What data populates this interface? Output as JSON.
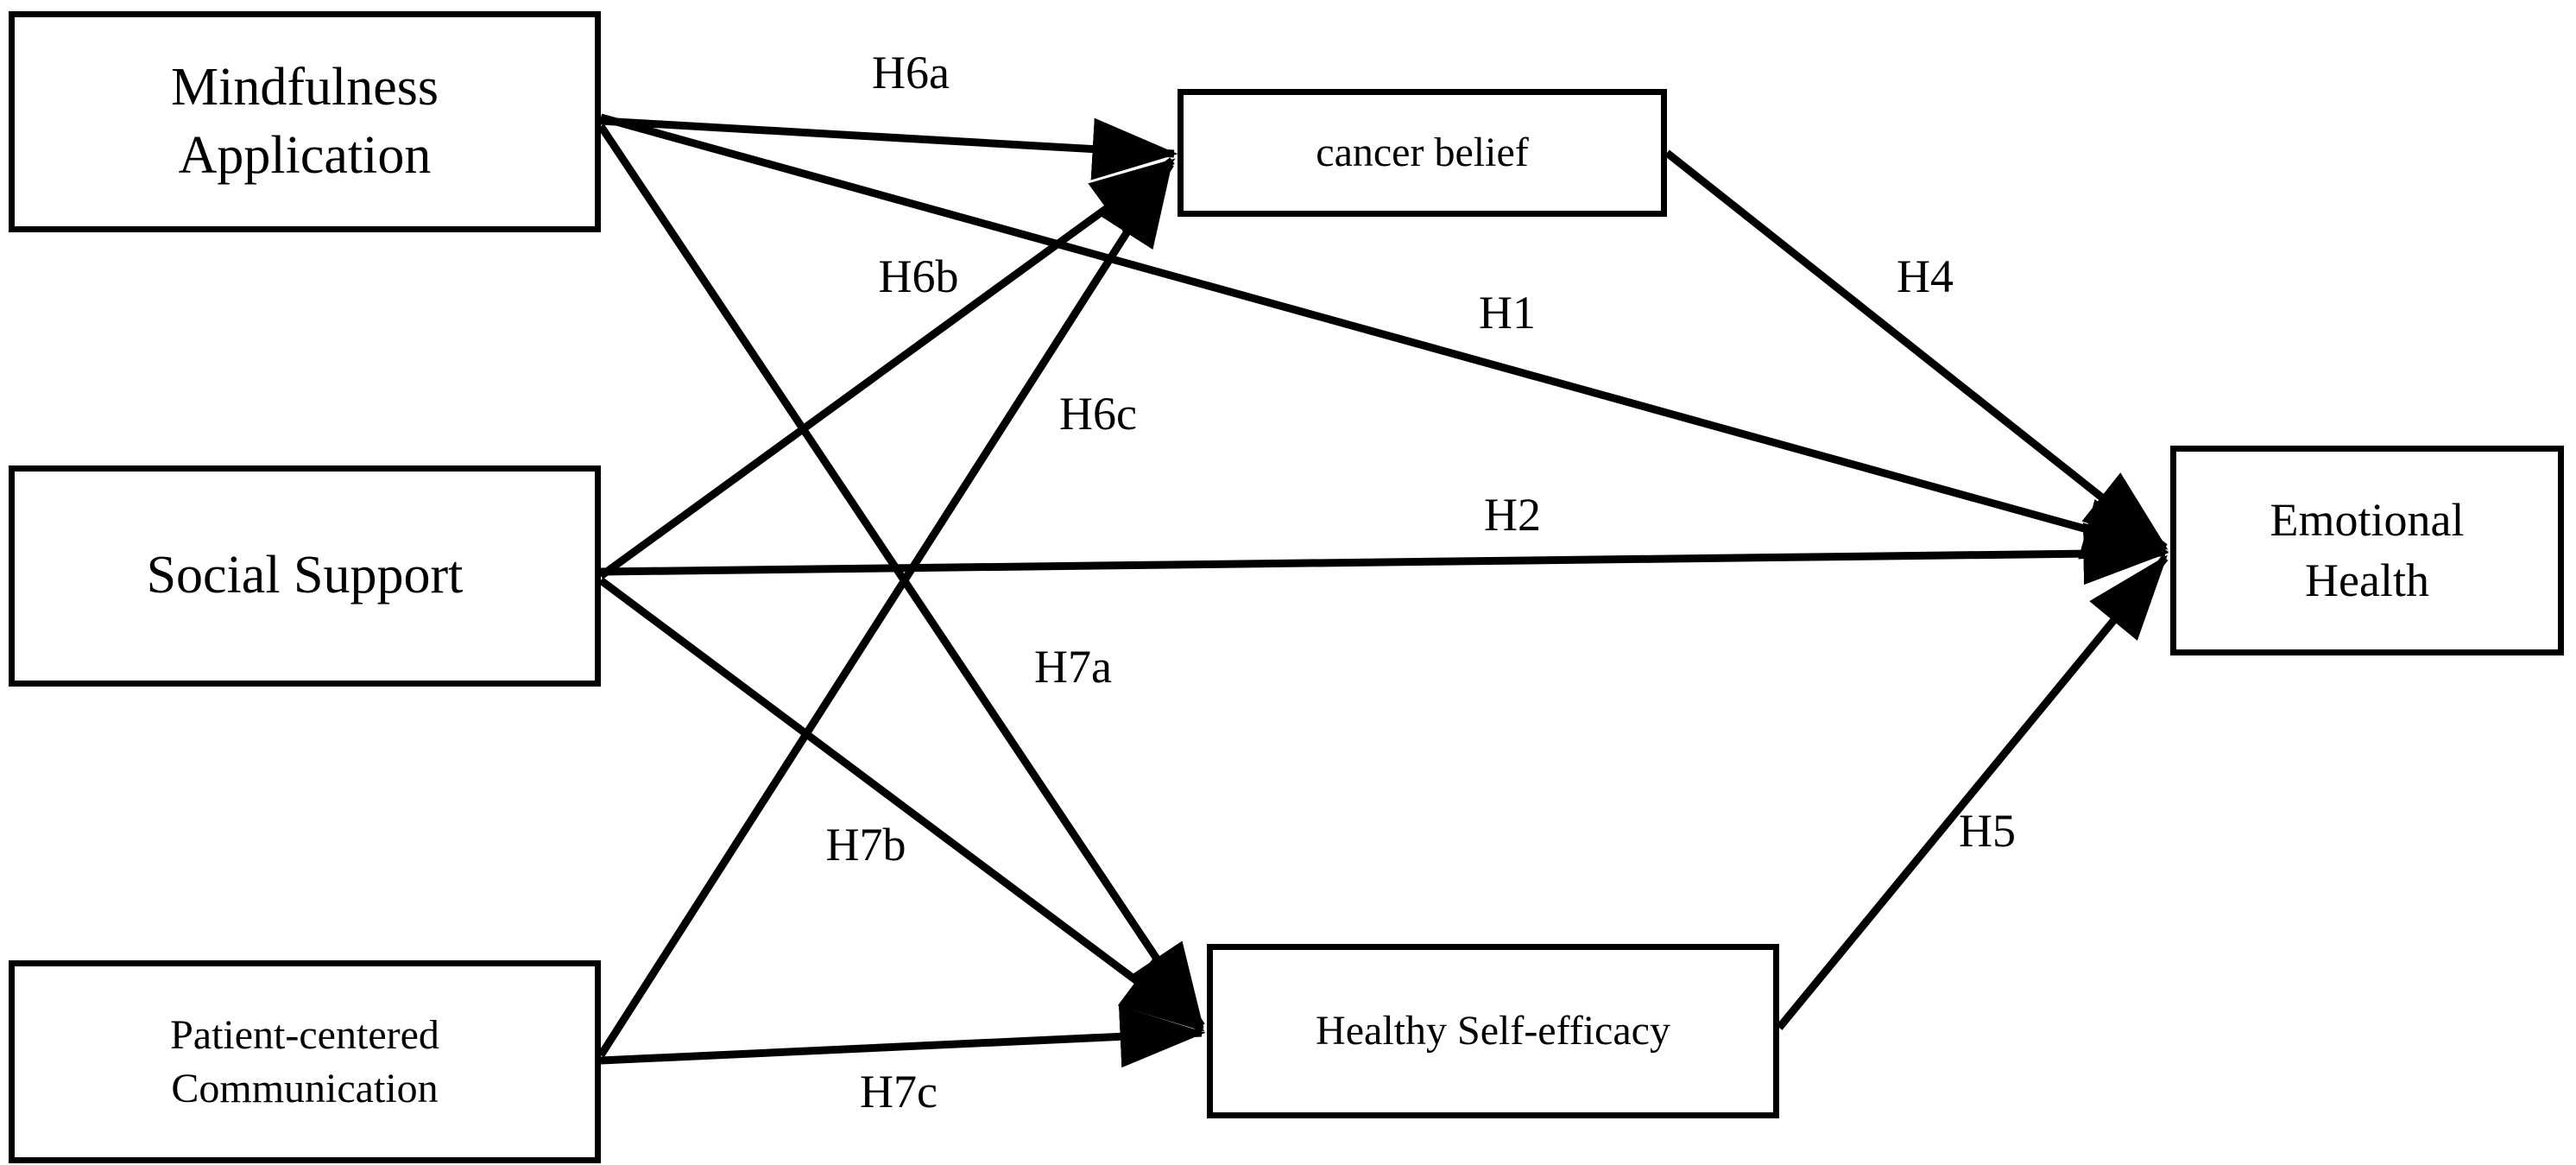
{
  "diagram": {
    "type": "path-model",
    "background_color": "#ffffff",
    "line_color": "#000000",
    "nodes": [
      {
        "id": "mindfulness",
        "label": "Mindfulness\nApplication"
      },
      {
        "id": "social-support",
        "label": "Social Support"
      },
      {
        "id": "patient-comm",
        "label": "Patient-centered\nCommunication"
      },
      {
        "id": "cancer-belief",
        "label": "cancer belief"
      },
      {
        "id": "self-efficacy",
        "label": "Healthy Self-efficacy"
      },
      {
        "id": "emotional-health",
        "label": "Emotional\nHealth"
      }
    ],
    "edges": [
      {
        "id": "H6a",
        "label": "H6a",
        "from": "mindfulness",
        "to": "cancer-belief"
      },
      {
        "id": "H6b",
        "label": "H6b",
        "from": "social-support",
        "to": "cancer-belief"
      },
      {
        "id": "H6c",
        "label": "H6c",
        "from": "patient-comm",
        "to": "cancer-belief"
      },
      {
        "id": "H7a",
        "label": "H7a",
        "from": "mindfulness",
        "to": "self-efficacy"
      },
      {
        "id": "H7b",
        "label": "H7b",
        "from": "social-support",
        "to": "self-efficacy"
      },
      {
        "id": "H7c",
        "label": "H7c",
        "from": "patient-comm",
        "to": "self-efficacy"
      },
      {
        "id": "H1",
        "label": "H1",
        "from": "mindfulness",
        "to": "emotional-health"
      },
      {
        "id": "H2",
        "label": "H2",
        "from": "social-support",
        "to": "emotional-health"
      },
      {
        "id": "H4",
        "label": "H4",
        "from": "cancer-belief",
        "to": "emotional-health"
      },
      {
        "id": "H5",
        "label": "H5",
        "from": "self-efficacy",
        "to": "emotional-health"
      }
    ]
  }
}
